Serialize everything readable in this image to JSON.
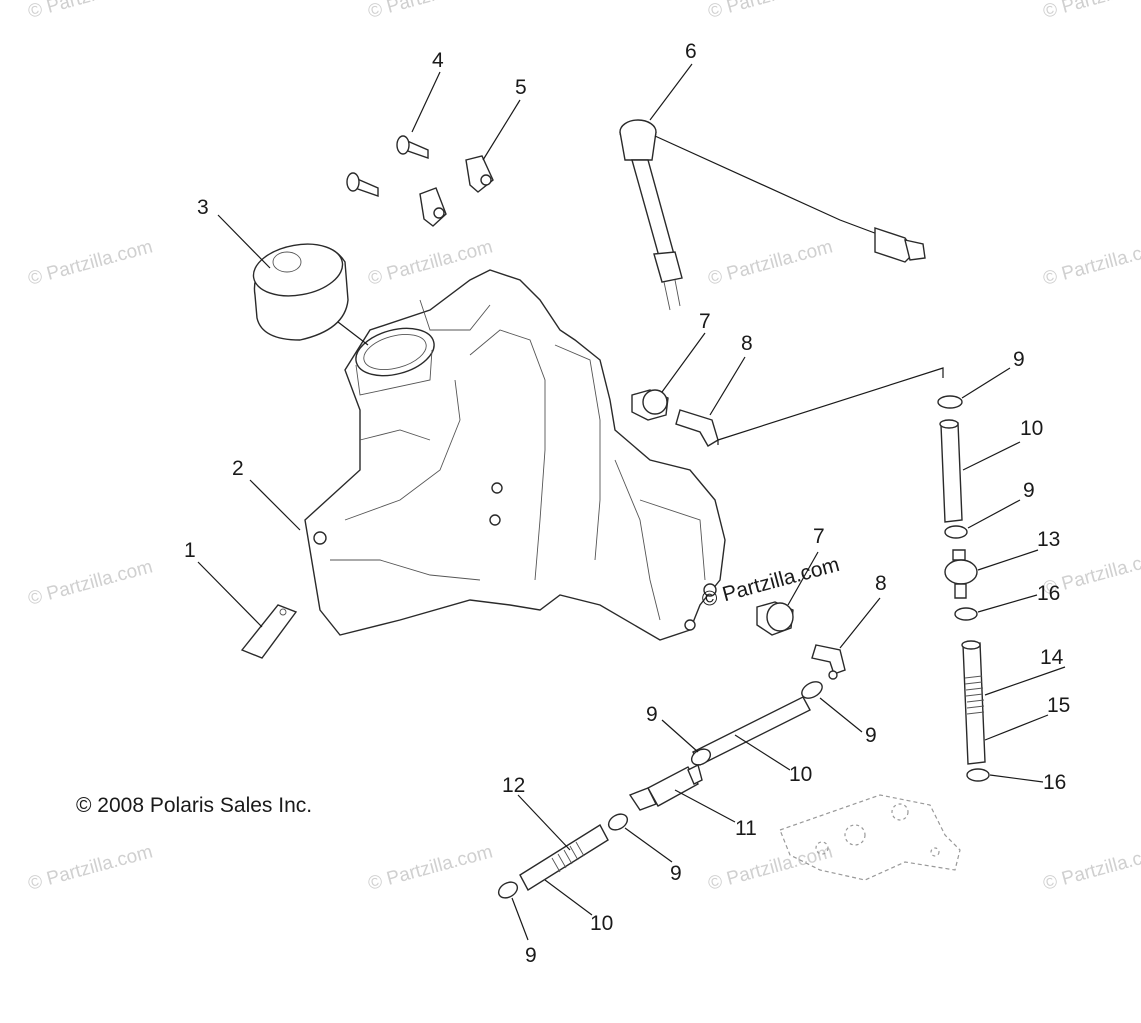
{
  "copyright": "© 2008 Polaris Sales Inc.",
  "watermark_main": "© Partzilla.com",
  "watermark_faint": "© Partzilla.com",
  "callouts": [
    {
      "id": "c1",
      "label": "1"
    },
    {
      "id": "c2",
      "label": "2"
    },
    {
      "id": "c3",
      "label": "3"
    },
    {
      "id": "c4",
      "label": "4"
    },
    {
      "id": "c5",
      "label": "5"
    },
    {
      "id": "c6",
      "label": "6"
    },
    {
      "id": "c7a",
      "label": "7"
    },
    {
      "id": "c7b",
      "label": "7"
    },
    {
      "id": "c8a",
      "label": "8"
    },
    {
      "id": "c8b",
      "label": "8"
    },
    {
      "id": "c9a",
      "label": "9"
    },
    {
      "id": "c9b",
      "label": "9"
    },
    {
      "id": "c9c",
      "label": "9"
    },
    {
      "id": "c9d",
      "label": "9"
    },
    {
      "id": "c9e",
      "label": "9"
    },
    {
      "id": "c9f",
      "label": "9"
    },
    {
      "id": "c10a",
      "label": "10"
    },
    {
      "id": "c10b",
      "label": "10"
    },
    {
      "id": "c10c",
      "label": "10"
    },
    {
      "id": "c11",
      "label": "11"
    },
    {
      "id": "c12",
      "label": "12"
    },
    {
      "id": "c13",
      "label": "13"
    },
    {
      "id": "c14",
      "label": "14"
    },
    {
      "id": "c15",
      "label": "15"
    },
    {
      "id": "c16a",
      "label": "16"
    },
    {
      "id": "c16b",
      "label": "16"
    }
  ]
}
